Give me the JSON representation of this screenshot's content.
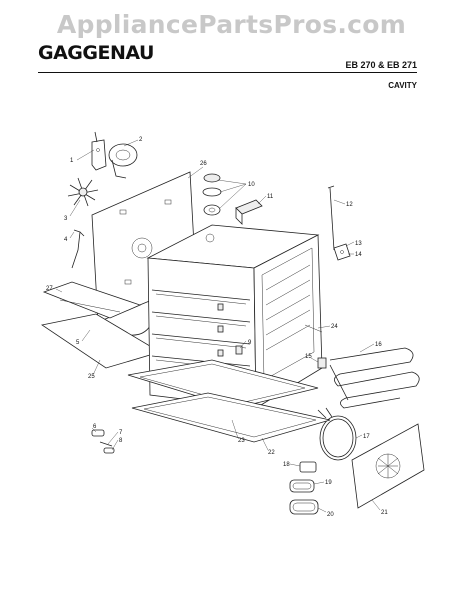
{
  "watermark": "AppliancePartsPros.com",
  "brand": "GAGGENAU",
  "model": "EB 270 & EB 271",
  "section": "CAVITY",
  "callouts": [
    "1",
    "2",
    "3",
    "4",
    "5",
    "6",
    "7",
    "8",
    "9",
    "10",
    "11",
    "12",
    "13",
    "14",
    "15",
    "16",
    "17",
    "18",
    "19",
    "20",
    "21",
    "22",
    "23",
    "24",
    "25",
    "26",
    "27"
  ]
}
